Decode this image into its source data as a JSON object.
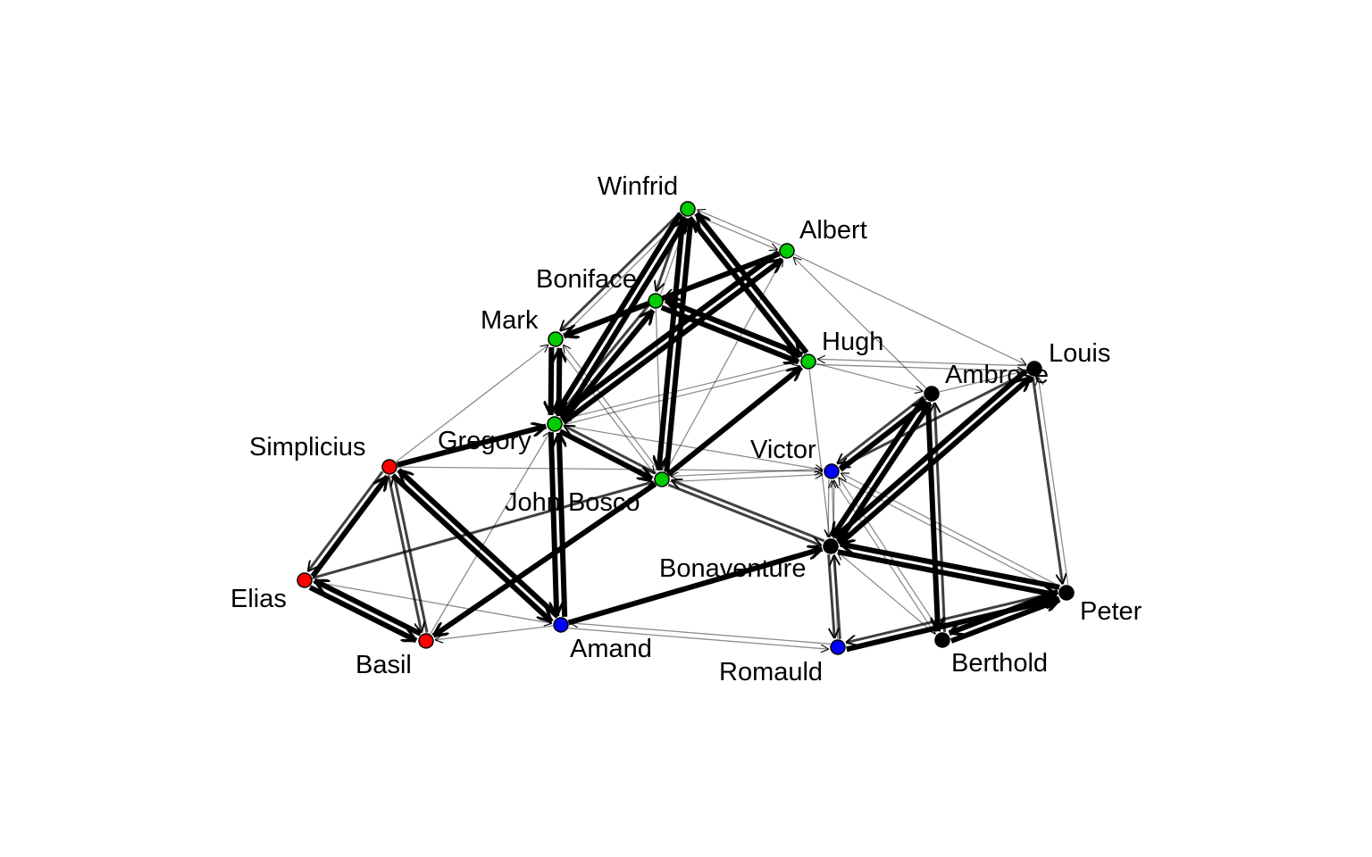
{
  "colors": {
    "group_green": "#00cc00",
    "group_red": "#ff0000",
    "group_blue": "#0000ff",
    "group_black": "#000000",
    "edge": "#000000",
    "node_border": "#000000",
    "background": "#ffffff"
  },
  "nodes": [
    {
      "id": "winfrid",
      "label": "Winfrid",
      "group": "green"
    },
    {
      "id": "albert",
      "label": "Albert",
      "group": "green"
    },
    {
      "id": "boniface",
      "label": "Boniface",
      "group": "green"
    },
    {
      "id": "mark",
      "label": "Mark",
      "group": "green"
    },
    {
      "id": "hugh",
      "label": "Hugh",
      "group": "green"
    },
    {
      "id": "gregory",
      "label": "Gregory",
      "group": "green"
    },
    {
      "id": "john_bosco",
      "label": "John Bosco",
      "group": "green"
    },
    {
      "id": "simplicius",
      "label": "Simplicius",
      "group": "red"
    },
    {
      "id": "elias",
      "label": "Elias",
      "group": "red"
    },
    {
      "id": "basil",
      "label": "Basil",
      "group": "red"
    },
    {
      "id": "amand",
      "label": "Amand",
      "group": "blue"
    },
    {
      "id": "victor",
      "label": "Victor",
      "group": "blue"
    },
    {
      "id": "romauld",
      "label": "Romauld",
      "group": "blue"
    },
    {
      "id": "louis",
      "label": "Louis",
      "group": "black"
    },
    {
      "id": "ambrose",
      "label": "Ambrose",
      "group": "black"
    },
    {
      "id": "bonaventure",
      "label": "Bonaventure",
      "group": "black"
    },
    {
      "id": "peter",
      "label": "Peter",
      "group": "black"
    },
    {
      "id": "berthold",
      "label": "Berthold",
      "group": "black"
    }
  ],
  "edges": [
    {
      "from": "winfrid",
      "to": "gregory",
      "weight": 3
    },
    {
      "from": "winfrid",
      "to": "john_bosco",
      "weight": 3
    },
    {
      "from": "winfrid",
      "to": "hugh",
      "weight": 3
    },
    {
      "from": "winfrid",
      "to": "mark",
      "weight": 2
    },
    {
      "from": "winfrid",
      "to": "boniface",
      "weight": 2
    },
    {
      "from": "winfrid",
      "to": "albert",
      "weight": 1
    },
    {
      "from": "albert",
      "to": "mark",
      "weight": 3
    },
    {
      "from": "albert",
      "to": "gregory",
      "weight": 3
    },
    {
      "from": "albert",
      "to": "boniface",
      "weight": 2
    },
    {
      "from": "albert",
      "to": "louis",
      "weight": 1
    },
    {
      "from": "albert",
      "to": "winfrid",
      "weight": 1
    },
    {
      "from": "boniface",
      "to": "mark",
      "weight": 3
    },
    {
      "from": "boniface",
      "to": "hugh",
      "weight": 3
    },
    {
      "from": "boniface",
      "to": "gregory",
      "weight": 2
    },
    {
      "from": "boniface",
      "to": "john_bosco",
      "weight": 1
    },
    {
      "from": "boniface",
      "to": "winfrid",
      "weight": 1
    },
    {
      "from": "mark",
      "to": "gregory",
      "weight": 3
    },
    {
      "from": "mark",
      "to": "winfrid",
      "weight": 1
    },
    {
      "from": "mark",
      "to": "john_bosco",
      "weight": 1
    },
    {
      "from": "gregory",
      "to": "mark",
      "weight": 3
    },
    {
      "from": "gregory",
      "to": "winfrid",
      "weight": 3
    },
    {
      "from": "gregory",
      "to": "boniface",
      "weight": 3
    },
    {
      "from": "gregory",
      "to": "albert",
      "weight": 3
    },
    {
      "from": "gregory",
      "to": "john_bosco",
      "weight": 3
    },
    {
      "from": "gregory",
      "to": "amand",
      "weight": 3
    },
    {
      "from": "gregory",
      "to": "hugh",
      "weight": 1
    },
    {
      "from": "gregory",
      "to": "victor",
      "weight": 1
    },
    {
      "from": "john_bosco",
      "to": "winfrid",
      "weight": 3
    },
    {
      "from": "john_bosco",
      "to": "hugh",
      "weight": 3
    },
    {
      "from": "john_bosco",
      "to": "basil",
      "weight": 3
    },
    {
      "from": "john_bosco",
      "to": "gregory",
      "weight": 2
    },
    {
      "from": "john_bosco",
      "to": "victor",
      "weight": 1
    },
    {
      "from": "john_bosco",
      "to": "bonaventure",
      "weight": 2
    },
    {
      "from": "john_bosco",
      "to": "mark",
      "weight": 1
    },
    {
      "from": "john_bosco",
      "to": "albert",
      "weight": 1
    },
    {
      "from": "hugh",
      "to": "winfrid",
      "weight": 3
    },
    {
      "from": "hugh",
      "to": "boniface",
      "weight": 3
    },
    {
      "from": "hugh",
      "to": "louis",
      "weight": 1
    },
    {
      "from": "hugh",
      "to": "ambrose",
      "weight": 1
    },
    {
      "from": "hugh",
      "to": "gregory",
      "weight": 1
    },
    {
      "from": "hugh",
      "to": "bonaventure",
      "weight": 1
    },
    {
      "from": "simplicius",
      "to": "gregory",
      "weight": 3
    },
    {
      "from": "simplicius",
      "to": "amand",
      "weight": 3
    },
    {
      "from": "simplicius",
      "to": "basil",
      "weight": 2
    },
    {
      "from": "simplicius",
      "to": "elias",
      "weight": 2
    },
    {
      "from": "simplicius",
      "to": "mark",
      "weight": 1
    },
    {
      "from": "simplicius",
      "to": "victor",
      "weight": 1
    },
    {
      "from": "elias",
      "to": "simplicius",
      "weight": 3
    },
    {
      "from": "elias",
      "to": "basil",
      "weight": 3
    },
    {
      "from": "elias",
      "to": "john_bosco",
      "weight": 2
    },
    {
      "from": "elias",
      "to": "amand",
      "weight": 1
    },
    {
      "from": "basil",
      "to": "elias",
      "weight": 3
    },
    {
      "from": "basil",
      "to": "simplicius",
      "weight": 2
    },
    {
      "from": "basil",
      "to": "gregory",
      "weight": 1
    },
    {
      "from": "amand",
      "to": "bonaventure",
      "weight": 3
    },
    {
      "from": "amand",
      "to": "simplicius",
      "weight": 3
    },
    {
      "from": "amand",
      "to": "gregory",
      "weight": 3
    },
    {
      "from": "amand",
      "to": "basil",
      "weight": 1
    },
    {
      "from": "amand",
      "to": "romauld",
      "weight": 1
    },
    {
      "from": "victor",
      "to": "ambrose",
      "weight": 3
    },
    {
      "from": "victor",
      "to": "bonaventure",
      "weight": 1
    },
    {
      "from": "victor",
      "to": "berthold",
      "weight": 1
    },
    {
      "from": "victor",
      "to": "peter",
      "weight": 1
    },
    {
      "from": "victor",
      "to": "john_bosco",
      "weight": 1
    },
    {
      "from": "romauld",
      "to": "peter",
      "weight": 3
    },
    {
      "from": "romauld",
      "to": "bonaventure",
      "weight": 2
    },
    {
      "from": "romauld",
      "to": "amand",
      "weight": 1
    },
    {
      "from": "romauld",
      "to": "victor",
      "weight": 1
    },
    {
      "from": "louis",
      "to": "bonaventure",
      "weight": 3
    },
    {
      "from": "louis",
      "to": "victor",
      "weight": 2
    },
    {
      "from": "louis",
      "to": "peter",
      "weight": 2
    },
    {
      "from": "louis",
      "to": "hugh",
      "weight": 1
    },
    {
      "from": "ambrose",
      "to": "bonaventure",
      "weight": 3
    },
    {
      "from": "ambrose",
      "to": "berthold",
      "weight": 3
    },
    {
      "from": "ambrose",
      "to": "victor",
      "weight": 2
    },
    {
      "from": "ambrose",
      "to": "louis",
      "weight": 1
    },
    {
      "from": "ambrose",
      "to": "albert",
      "weight": 1
    },
    {
      "from": "bonaventure",
      "to": "ambrose",
      "weight": 3
    },
    {
      "from": "bonaventure",
      "to": "louis",
      "weight": 3
    },
    {
      "from": "bonaventure",
      "to": "peter",
      "weight": 3
    },
    {
      "from": "bonaventure",
      "to": "john_bosco",
      "weight": 2
    },
    {
      "from": "bonaventure",
      "to": "romauld",
      "weight": 2
    },
    {
      "from": "bonaventure",
      "to": "victor",
      "weight": 1
    },
    {
      "from": "peter",
      "to": "bonaventure",
      "weight": 3
    },
    {
      "from": "peter",
      "to": "berthold",
      "weight": 3
    },
    {
      "from": "peter",
      "to": "romauld",
      "weight": 2
    },
    {
      "from": "peter",
      "to": "louis",
      "weight": 1
    },
    {
      "from": "peter",
      "to": "victor",
      "weight": 1
    },
    {
      "from": "berthold",
      "to": "peter",
      "weight": 3
    },
    {
      "from": "berthold",
      "to": "ambrose",
      "weight": 2
    },
    {
      "from": "berthold",
      "to": "bonaventure",
      "weight": 1
    },
    {
      "from": "berthold",
      "to": "victor",
      "weight": 1
    }
  ]
}
